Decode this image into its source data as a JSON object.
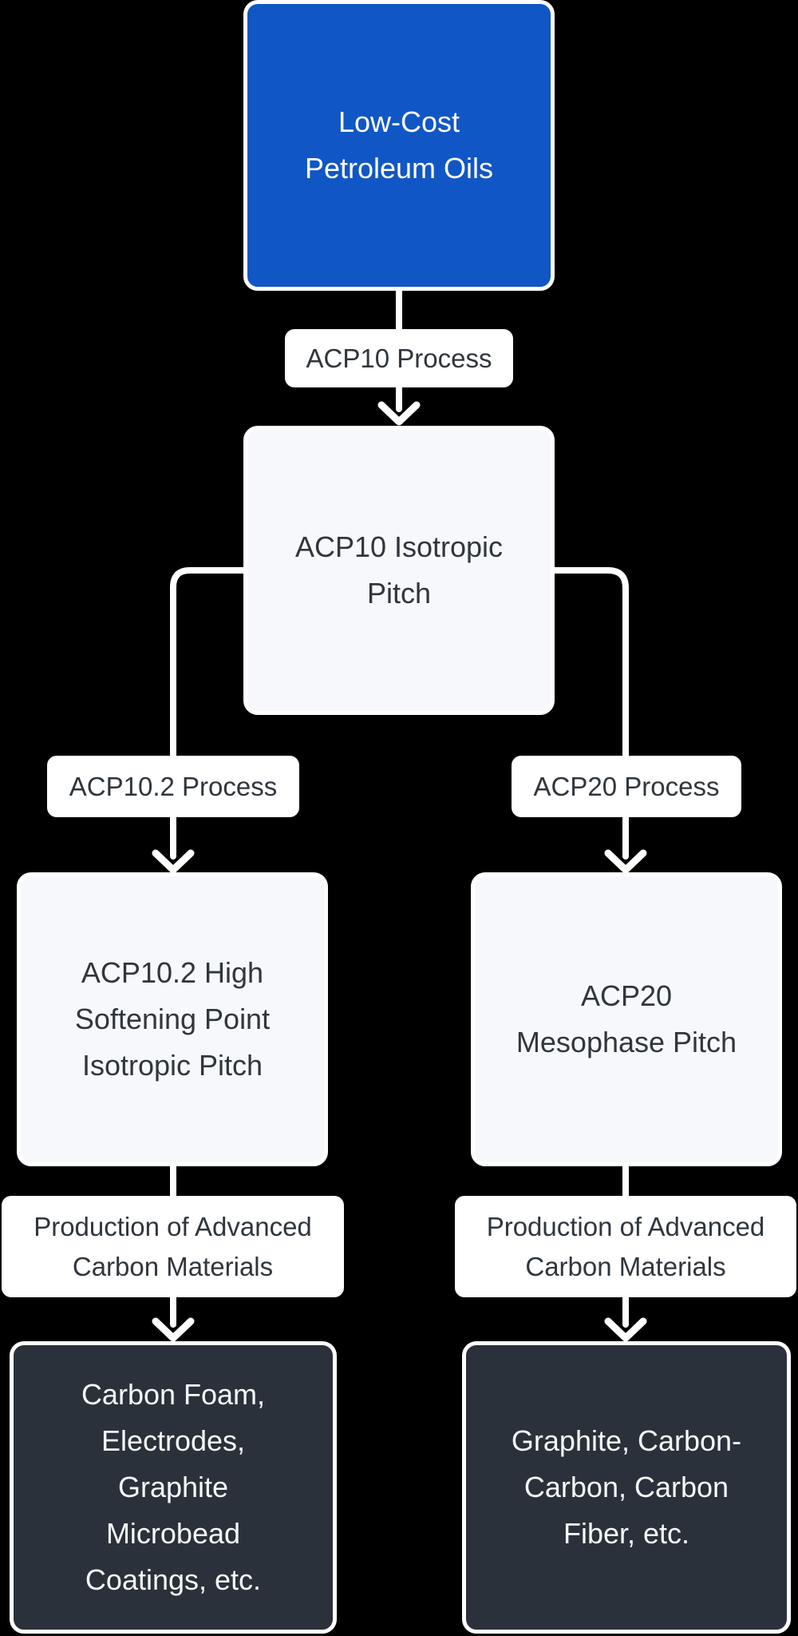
{
  "flowchart": {
    "nodes": {
      "source": {
        "text": "Low-Cost\nPetroleum Oils"
      },
      "acp10_pitch": {
        "text": "ACP10 Isotropic\nPitch"
      },
      "acp102_pitch": {
        "text": "ACP10.2 High\nSoftening Point\nIsotropic Pitch"
      },
      "acp20_pitch": {
        "text": "ACP20\nMesophase Pitch"
      },
      "acp102_products": {
        "text": "Carbon Foam,\nElectrodes,\nGraphite\nMicrobead\nCoatings, etc."
      },
      "acp20_products": {
        "text": "Graphite, Carbon-\nCarbon, Carbon\nFiber, etc."
      }
    },
    "edge_labels": {
      "acp10_process": {
        "text": "ACP10 Process"
      },
      "acp102_process": {
        "text": "ACP10.2 Process"
      },
      "acp20_process": {
        "text": "ACP20 Process"
      },
      "production_left": {
        "text": "Production of Advanced\nCarbon Materials"
      },
      "production_right": {
        "text": "Production of Advanced\nCarbon Materials"
      }
    },
    "colors": {
      "background": "#000000",
      "source_node_fill": "#1156c5",
      "source_node_text": "#ffffff",
      "light_node_fill": "#f7f8fc",
      "dark_node_fill": "#2a313a",
      "dark_node_text": "#f7f9fb",
      "label_fill": "#ffffff",
      "dark_text": "#30363d",
      "connector": "#ffffff"
    }
  }
}
